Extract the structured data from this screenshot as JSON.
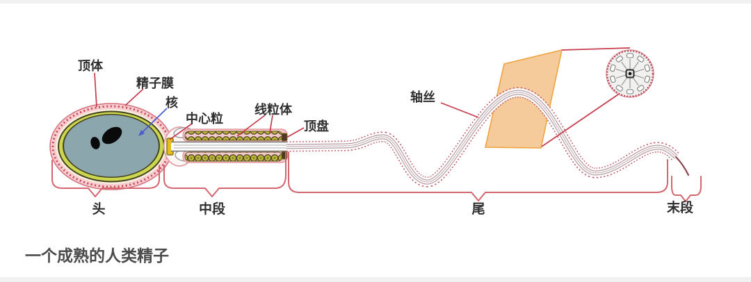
{
  "caption": "一个成熟的人类精子",
  "labels": {
    "acrosome": "顶体",
    "sperm_membrane": "精子膜",
    "nucleus": "核",
    "centriole": "中心粒",
    "mitochondria": "线粒体",
    "end_disc": "顶盘",
    "axoneme": "轴丝"
  },
  "regions": {
    "head": "头",
    "midpiece": "中段",
    "tail": "尾",
    "end_piece": "末段"
  },
  "colors": {
    "nucleus_fill": "#8ca6ae",
    "acrosome_fill": "#ccd64e",
    "membrane_pink": "#f6cdd0",
    "leader_red": "#c63a4a",
    "nucleus_arrow_blue": "#4a5bd0",
    "bracket_pink": "#d4646e",
    "section_plane_orange": "#f5c28a",
    "mitochondria_olive": "#b8b83a",
    "caption_gray": "#4b4b4b"
  }
}
